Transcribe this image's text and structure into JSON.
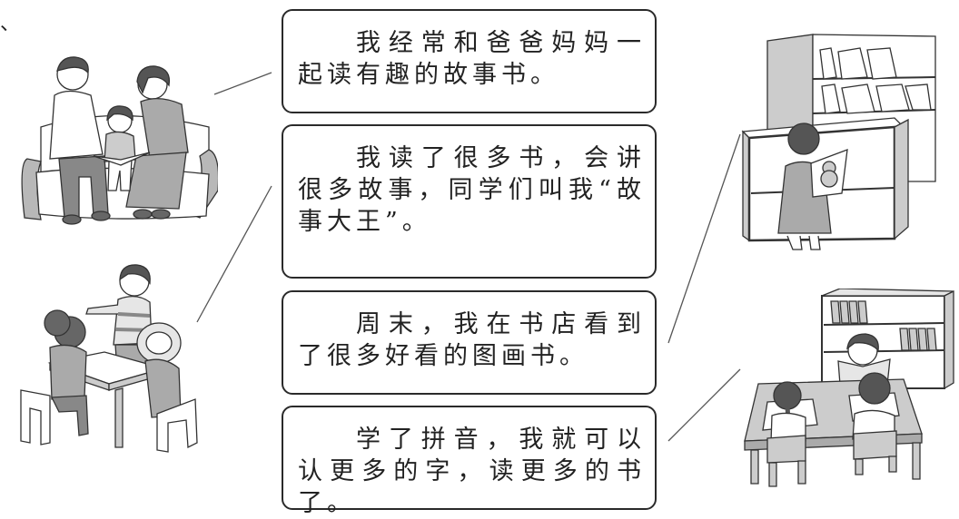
{
  "corner_mark": "、",
  "boxes": [
    {
      "id": "box-1",
      "text": "我经常和爸爸妈妈一起读有趣的故事书。"
    },
    {
      "id": "box-2",
      "text": "我读了很多书，会讲很多故事，同学们叫我“故事大王”。"
    },
    {
      "id": "box-3",
      "text": "周末，我在书店看到了很多好看的图画书。"
    },
    {
      "id": "box-4",
      "text": "学了拼音，我就可以认更多的字，读更多的书了。"
    }
  ],
  "pictures": {
    "left": [
      {
        "id": "family-reading-on-sofa",
        "desc": "parents and child reading a book together on a sofa"
      },
      {
        "id": "children-at-table-storytelling",
        "desc": "a boy telling stories to classmates sitting at a table"
      }
    ],
    "right": [
      {
        "id": "girl-at-bookstore-shelf",
        "desc": "a girl browsing picture books at a bookstore shelf"
      },
      {
        "id": "children-reading-at-library-table",
        "desc": "children reading and writing at a table near a bookcase"
      }
    ]
  },
  "colors": {
    "ink": "#222222",
    "fill": "#b8b8b8",
    "light": "#e6e6e6"
  }
}
